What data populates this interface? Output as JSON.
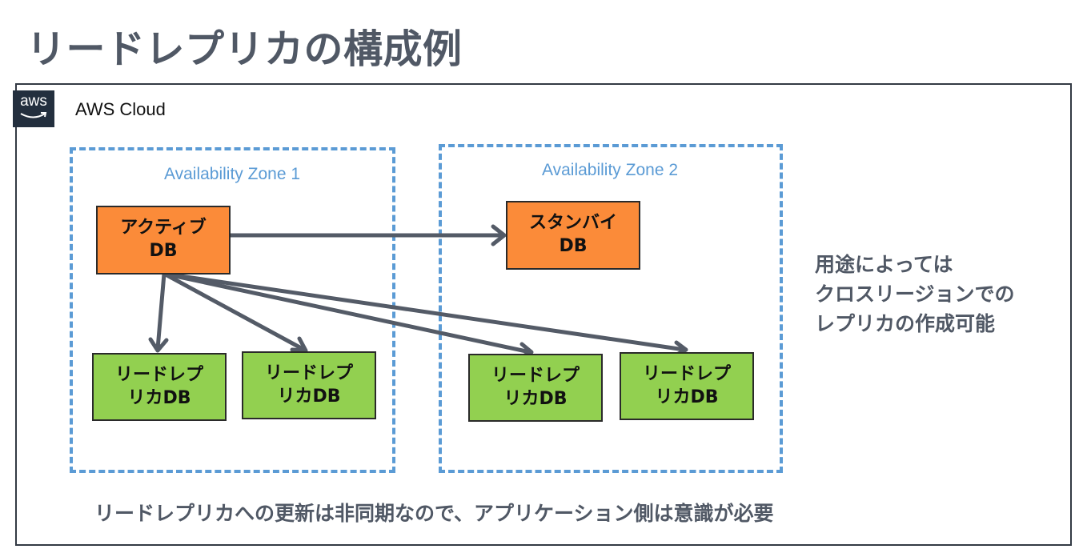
{
  "title": "リードレプリカの構成例",
  "cloud": {
    "logo_text": "aws",
    "label": "AWS Cloud"
  },
  "zones": [
    {
      "label": "Availability Zone 1"
    },
    {
      "label": "Availability Zone 2"
    }
  ],
  "nodes": {
    "active": "アクティブ\nDB",
    "standby": "スタンバイ\nDB",
    "replicas": [
      "リードレプ\nリカDB",
      "リードレプ\nリカDB",
      "リードレプ\nリカDB",
      "リードレプ\nリカDB"
    ]
  },
  "note": "用途によっては\nクロスリージョンでの\nレプリカの作成可能",
  "footer": "リードレプリカへの更新は非同期なので、アプリケーション側は意識が必要",
  "colors": {
    "active": "#fb8b39",
    "replica": "#92d050",
    "zone_border": "#5b9bd5",
    "arrow": "#545b67",
    "text_gray": "#505865"
  }
}
